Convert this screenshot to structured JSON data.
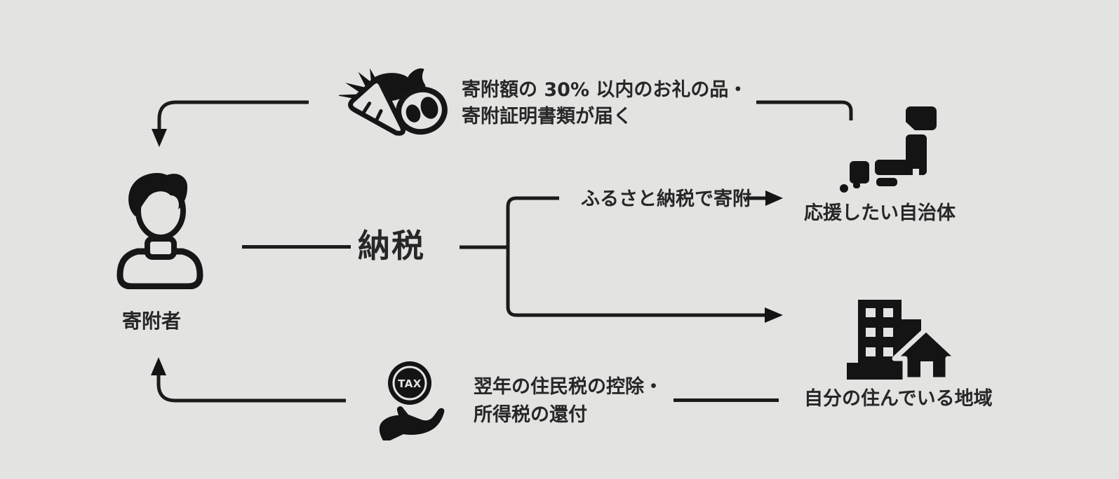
{
  "colors": {
    "background": "#e3e3e2",
    "ink": "#1b1b1b",
    "text": "#272727"
  },
  "donor": {
    "label": "寄附者"
  },
  "center": {
    "label": "納税"
  },
  "top_path": {
    "reward_line1": "寄附額の 30% 以内のお礼の品・",
    "reward_line2": "寄附証明書類が届く"
  },
  "municipality": {
    "arrow_label": "ふるさと納税で寄附",
    "label": "応援したい自治体"
  },
  "home": {
    "label": "自分の住んでいる地域"
  },
  "bottom_path": {
    "refund_line1": "翌年の住民税の控除・",
    "refund_line2": "所得税の還付",
    "coin_label": "TAX"
  },
  "icons": {
    "person": "donor-person-icon",
    "food": "reward-food-icon",
    "japan": "japan-map-icon",
    "town": "building-house-icon",
    "tax": "tax-coin-hand-icon"
  }
}
